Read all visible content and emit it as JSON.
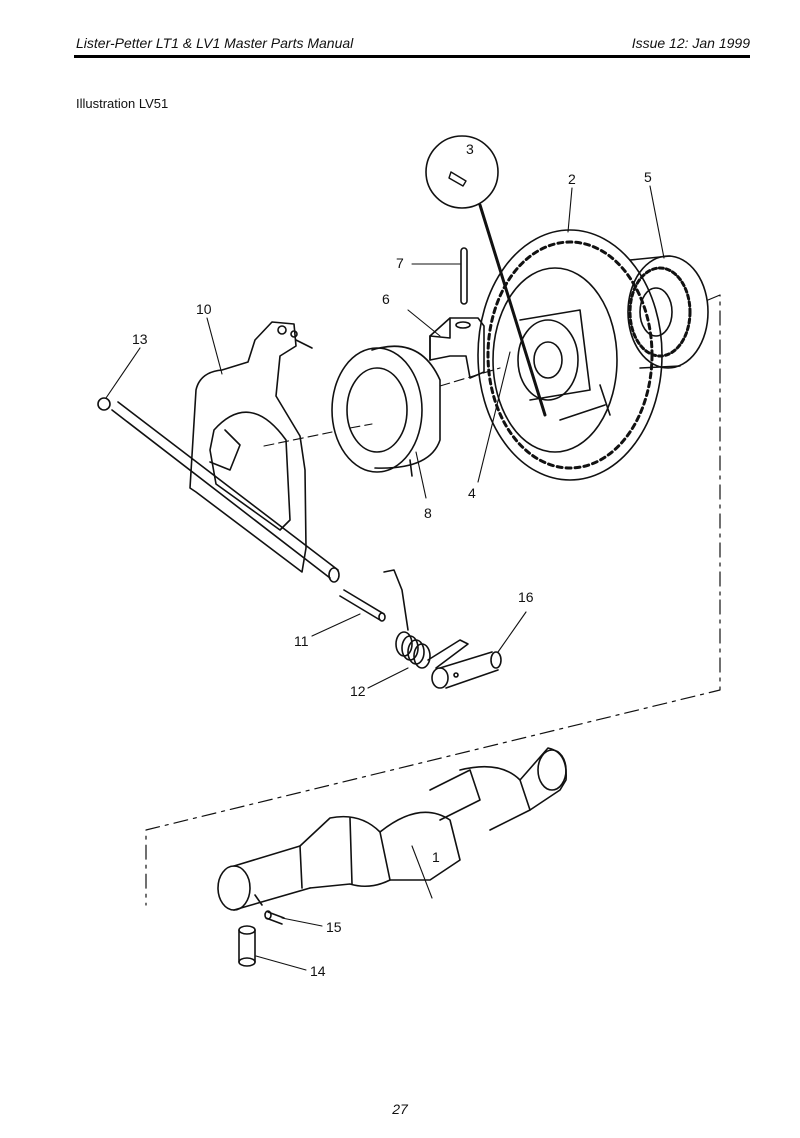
{
  "header": {
    "title": "Lister-Petter LT1 & LV1 Master Parts Manual",
    "issue": "Issue 12: Jan 1999"
  },
  "illustration": {
    "title": "Illustration LV51"
  },
  "callouts": {
    "c1": "1",
    "c2": "2",
    "c3": "3",
    "c4": "4",
    "c5": "5",
    "c6": "6",
    "c7": "7",
    "c8": "8",
    "c10": "10",
    "c11": "11",
    "c12": "12",
    "c13": "13",
    "c14": "14",
    "c15": "15",
    "c16": "16"
  },
  "footer": {
    "page_number": "27"
  }
}
